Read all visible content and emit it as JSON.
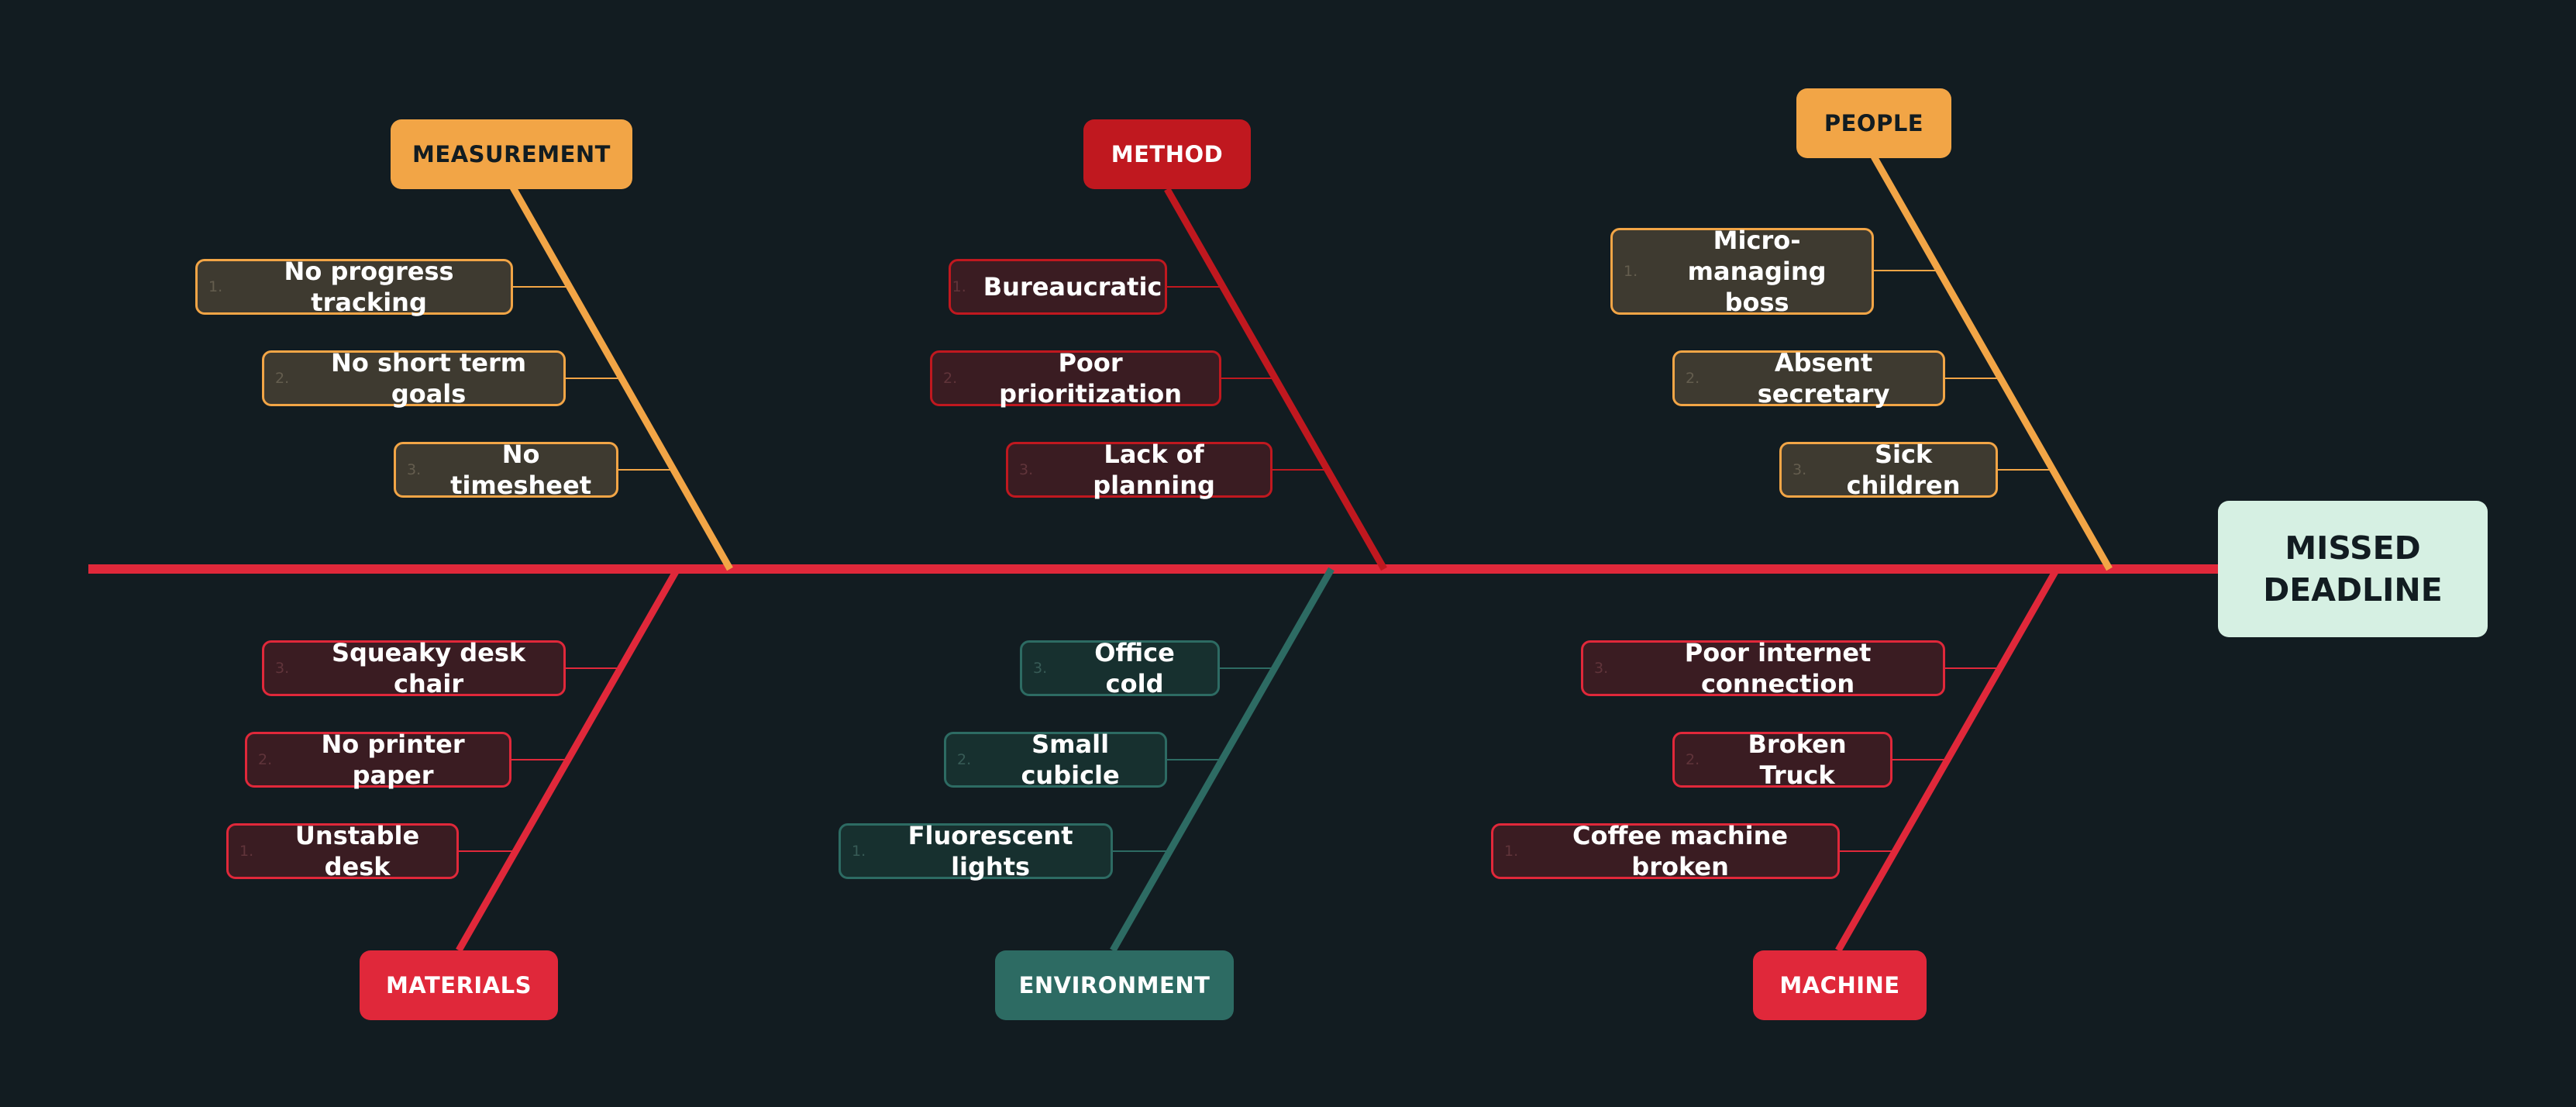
{
  "effect": {
    "line1": "MISSED",
    "line2": "DEADLINE"
  },
  "colors": {
    "background": "#121c21",
    "spine": "#e0283a",
    "head_fill": "#d6f0e3",
    "orange": "#f2a546",
    "dark_red": "#c0181f",
    "red": "#e0283a",
    "teal": "#2d6b63"
  },
  "categories": {
    "measurement": {
      "label": "MEASUREMENT",
      "causes": [
        {
          "num": "1.",
          "text": "No progress tracking"
        },
        {
          "num": "2.",
          "text": "No short term goals"
        },
        {
          "num": "3.",
          "text": "No timesheet"
        }
      ]
    },
    "method": {
      "label": "METHOD",
      "causes": [
        {
          "num": "1.",
          "text": "Bureaucratic"
        },
        {
          "num": "2.",
          "text": "Poor prioritization"
        },
        {
          "num": "3.",
          "text": "Lack of planning"
        }
      ]
    },
    "people": {
      "label": "PEOPLE",
      "causes": [
        {
          "num": "1.",
          "text": "Micro-managing boss"
        },
        {
          "num": "2.",
          "text": "Absent secretary"
        },
        {
          "num": "3.",
          "text": "Sick children"
        }
      ]
    },
    "materials": {
      "label": "MATERIALS",
      "causes": [
        {
          "num": "1.",
          "text": "Unstable desk"
        },
        {
          "num": "2.",
          "text": "No printer paper"
        },
        {
          "num": "3.",
          "text": "Squeaky desk chair"
        }
      ]
    },
    "environment": {
      "label": "ENVIRONMENT",
      "causes": [
        {
          "num": "1.",
          "text": "Fluorescent lights"
        },
        {
          "num": "2.",
          "text": "Small cubicle"
        },
        {
          "num": "3.",
          "text": "Office cold"
        }
      ]
    },
    "machine": {
      "label": "MACHINE",
      "causes": [
        {
          "num": "1.",
          "text": "Coffee machine broken"
        },
        {
          "num": "2.",
          "text": "Broken Truck"
        },
        {
          "num": "3.",
          "text": "Poor internet connection"
        }
      ]
    }
  }
}
